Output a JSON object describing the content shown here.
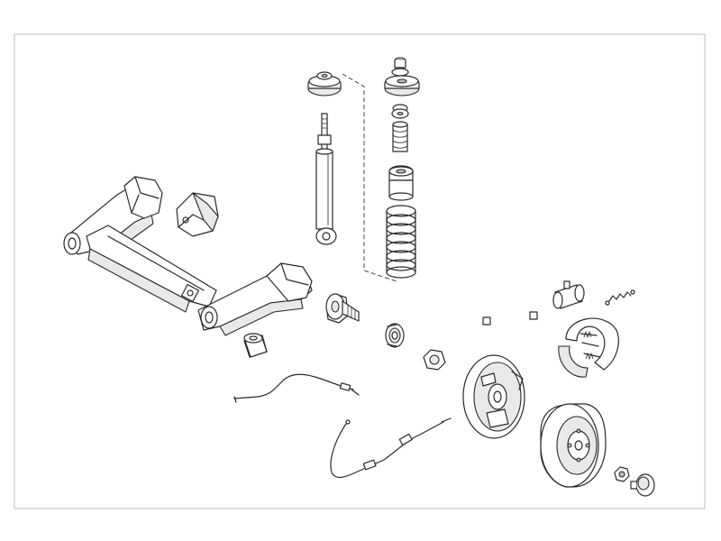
{
  "diagram": {
    "colors": {
      "stroke": "#2a2a2a",
      "fill": "#ffffff",
      "shade": "#e9e9e9",
      "dark": "#bdbdbd",
      "frame": "#bfbfbf"
    },
    "parts": [
      "frame-border",
      "rear-axle-beam",
      "axle-mount-bracket",
      "axle-bushing",
      "shock-absorber-top-mount",
      "shock-absorber",
      "strut-assembly-guide-line",
      "strut-top-mount",
      "strut-bearing",
      "bump-stop",
      "dust-boot",
      "coil-spring",
      "stub-axle",
      "wheel-bearing",
      "axle-nut",
      "brake-hose",
      "wheel-brake-cylinder",
      "return-spring",
      "brake-shoes",
      "brake-backing-plate",
      "brake-drum",
      "hub-nut",
      "hub-cap",
      "handbrake-cable-left",
      "handbrake-cable-right"
    ]
  }
}
